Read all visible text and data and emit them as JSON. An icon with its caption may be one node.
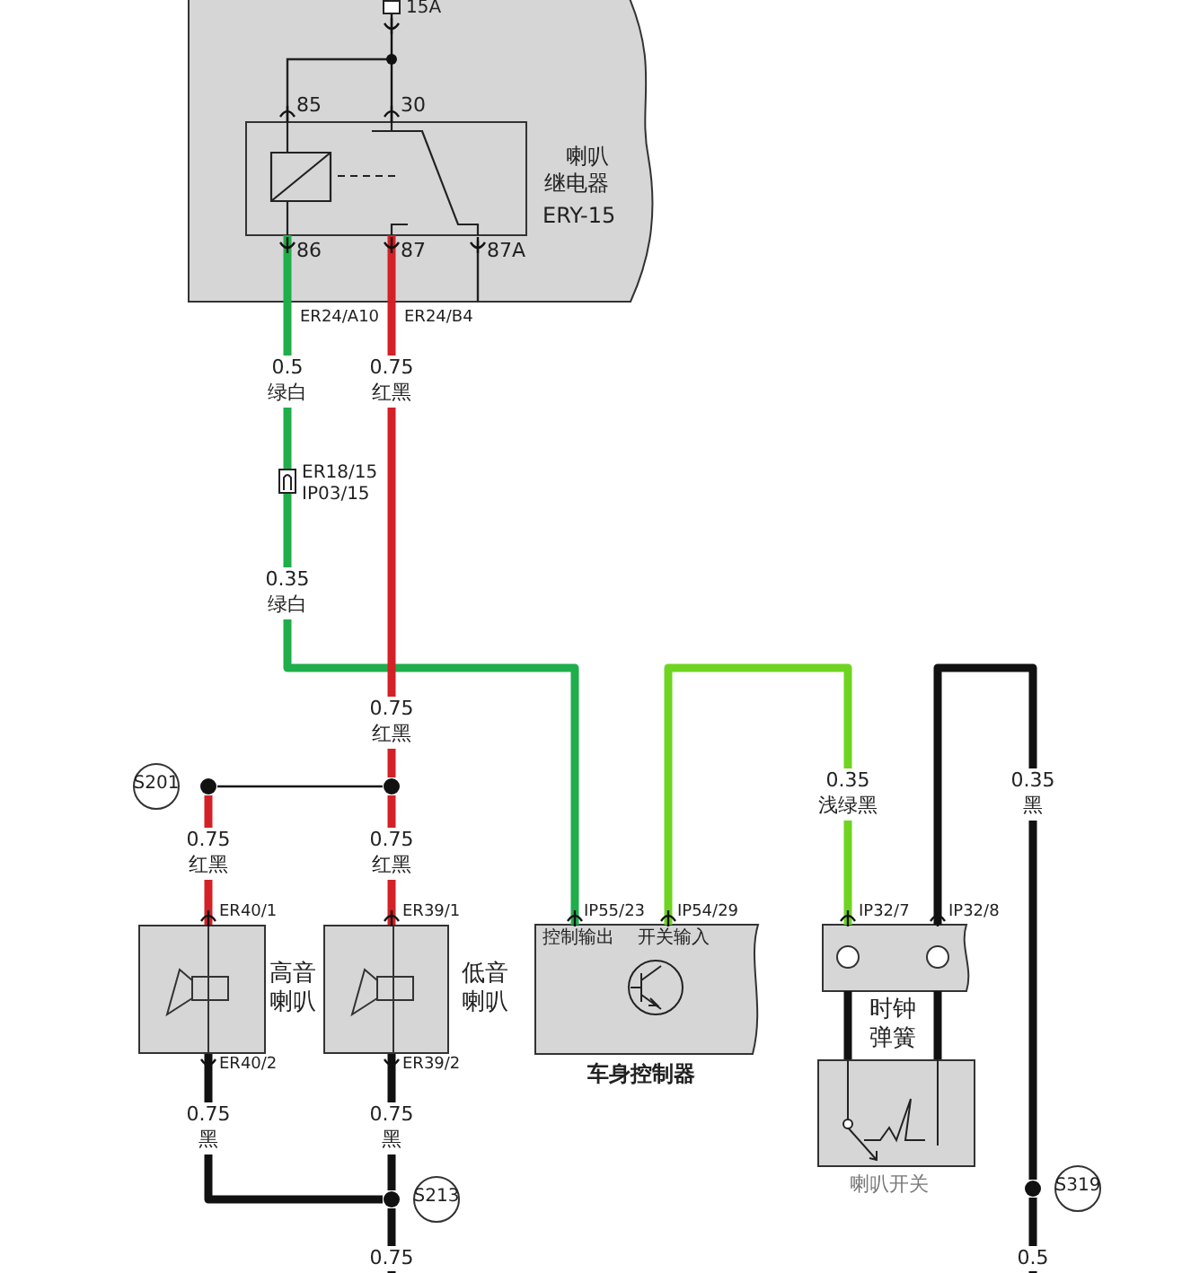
{
  "diagram": {
    "nodes": [
      {
        "text": [],
        "shape": "box"
      },
      {
        "text": [
          "喇叭继电器",
          "ERY-15"
        ],
        "in": 0,
        "beside": [
          "85",
          "30",
          "86",
          "87",
          "87A"
        ]
      },
      {
        "text": [],
        "shape": "box",
        "beside": [
          "ER18/15",
          "IP03/15"
        ]
      },
      {
        "text": [
          "S201"
        ]
      },
      {
        "text": [],
        "shape": "circle"
      },
      {
        "text": [],
        "shape": "circle"
      },
      {
        "text": [
          "高音喇叭"
        ]
      },
      {
        "text": [
          "低音喇叭"
        ]
      },
      {
        "text": [
          "控制输出",
          "开关输入",
          "车身控制器"
        ]
      },
      {
        "text": [],
        "shape": "box",
        "beside": [
          "时钟弹簧"
        ]
      },
      {
        "text": [
          "喇叭开关"
        ]
      },
      {
        "text": [],
        "shape": "circle"
      },
      {
        "text": [
          "S213"
        ]
      },
      {
        "text": [],
        "shape": "circle"
      },
      {
        "text": [
          "S319"
        ]
      },
      {
        "text": [],
        "shape": "box",
        "in": 0,
        "beside": [
          "15A"
        ]
      }
    ],
    "edges": [
      {
        "from": 15,
        "to": 1,
        "arrow": "none"
      },
      {
        "from": 1,
        "to": 2,
        "arrow": "none",
        "label": "0.5 绿白",
        "color": "#1fae4b"
      },
      {
        "from": 2,
        "to": 8,
        "arrow": "none",
        "label": "0.35 绿白",
        "color": "#1fae4b"
      },
      {
        "from": 1,
        "to": 5,
        "arrow": "none",
        "label": "0.75 红黑",
        "color": "#d42027"
      },
      {
        "from": 5,
        "to": 4,
        "arrow": "none"
      },
      {
        "from": 4,
        "to": 6,
        "arrow": "none",
        "label": "0.75 红黑",
        "color": "#d42027"
      },
      {
        "from": 5,
        "to": 7,
        "arrow": "none",
        "label": "0.75 红黑",
        "color": "#d42027"
      },
      {
        "from": 6,
        "to": 11,
        "arrow": "none",
        "label": "0.75 黑"
      },
      {
        "from": 7,
        "to": 11,
        "arrow": "none",
        "label": "0.75 黑"
      },
      {
        "from": 11,
        "to": null,
        "arrow": "none",
        "label": "0.75"
      },
      {
        "from": 8,
        "to": 9,
        "arrow": "none",
        "label": "0.35 浅绿黑",
        "color": "#6fd420"
      },
      {
        "from": 9,
        "to": 13,
        "arrow": "none",
        "label": "0.35 黑"
      },
      {
        "from": 13,
        "to": null,
        "arrow": "none",
        "label": "0.5"
      },
      {
        "from": 9,
        "to": 10,
        "arrow": "none"
      },
      {
        "from": 9,
        "to": 10,
        "arrow": "none"
      }
    ],
    "labels": [
      "ER24/A10",
      "ER24/B4",
      "0.75 红黑",
      "ER40/1",
      "ER39/1",
      "IP55/23",
      "IP54/29",
      "IP32/7",
      "IP32/8",
      "ER40/2",
      "ER39/2"
    ]
  }
}
